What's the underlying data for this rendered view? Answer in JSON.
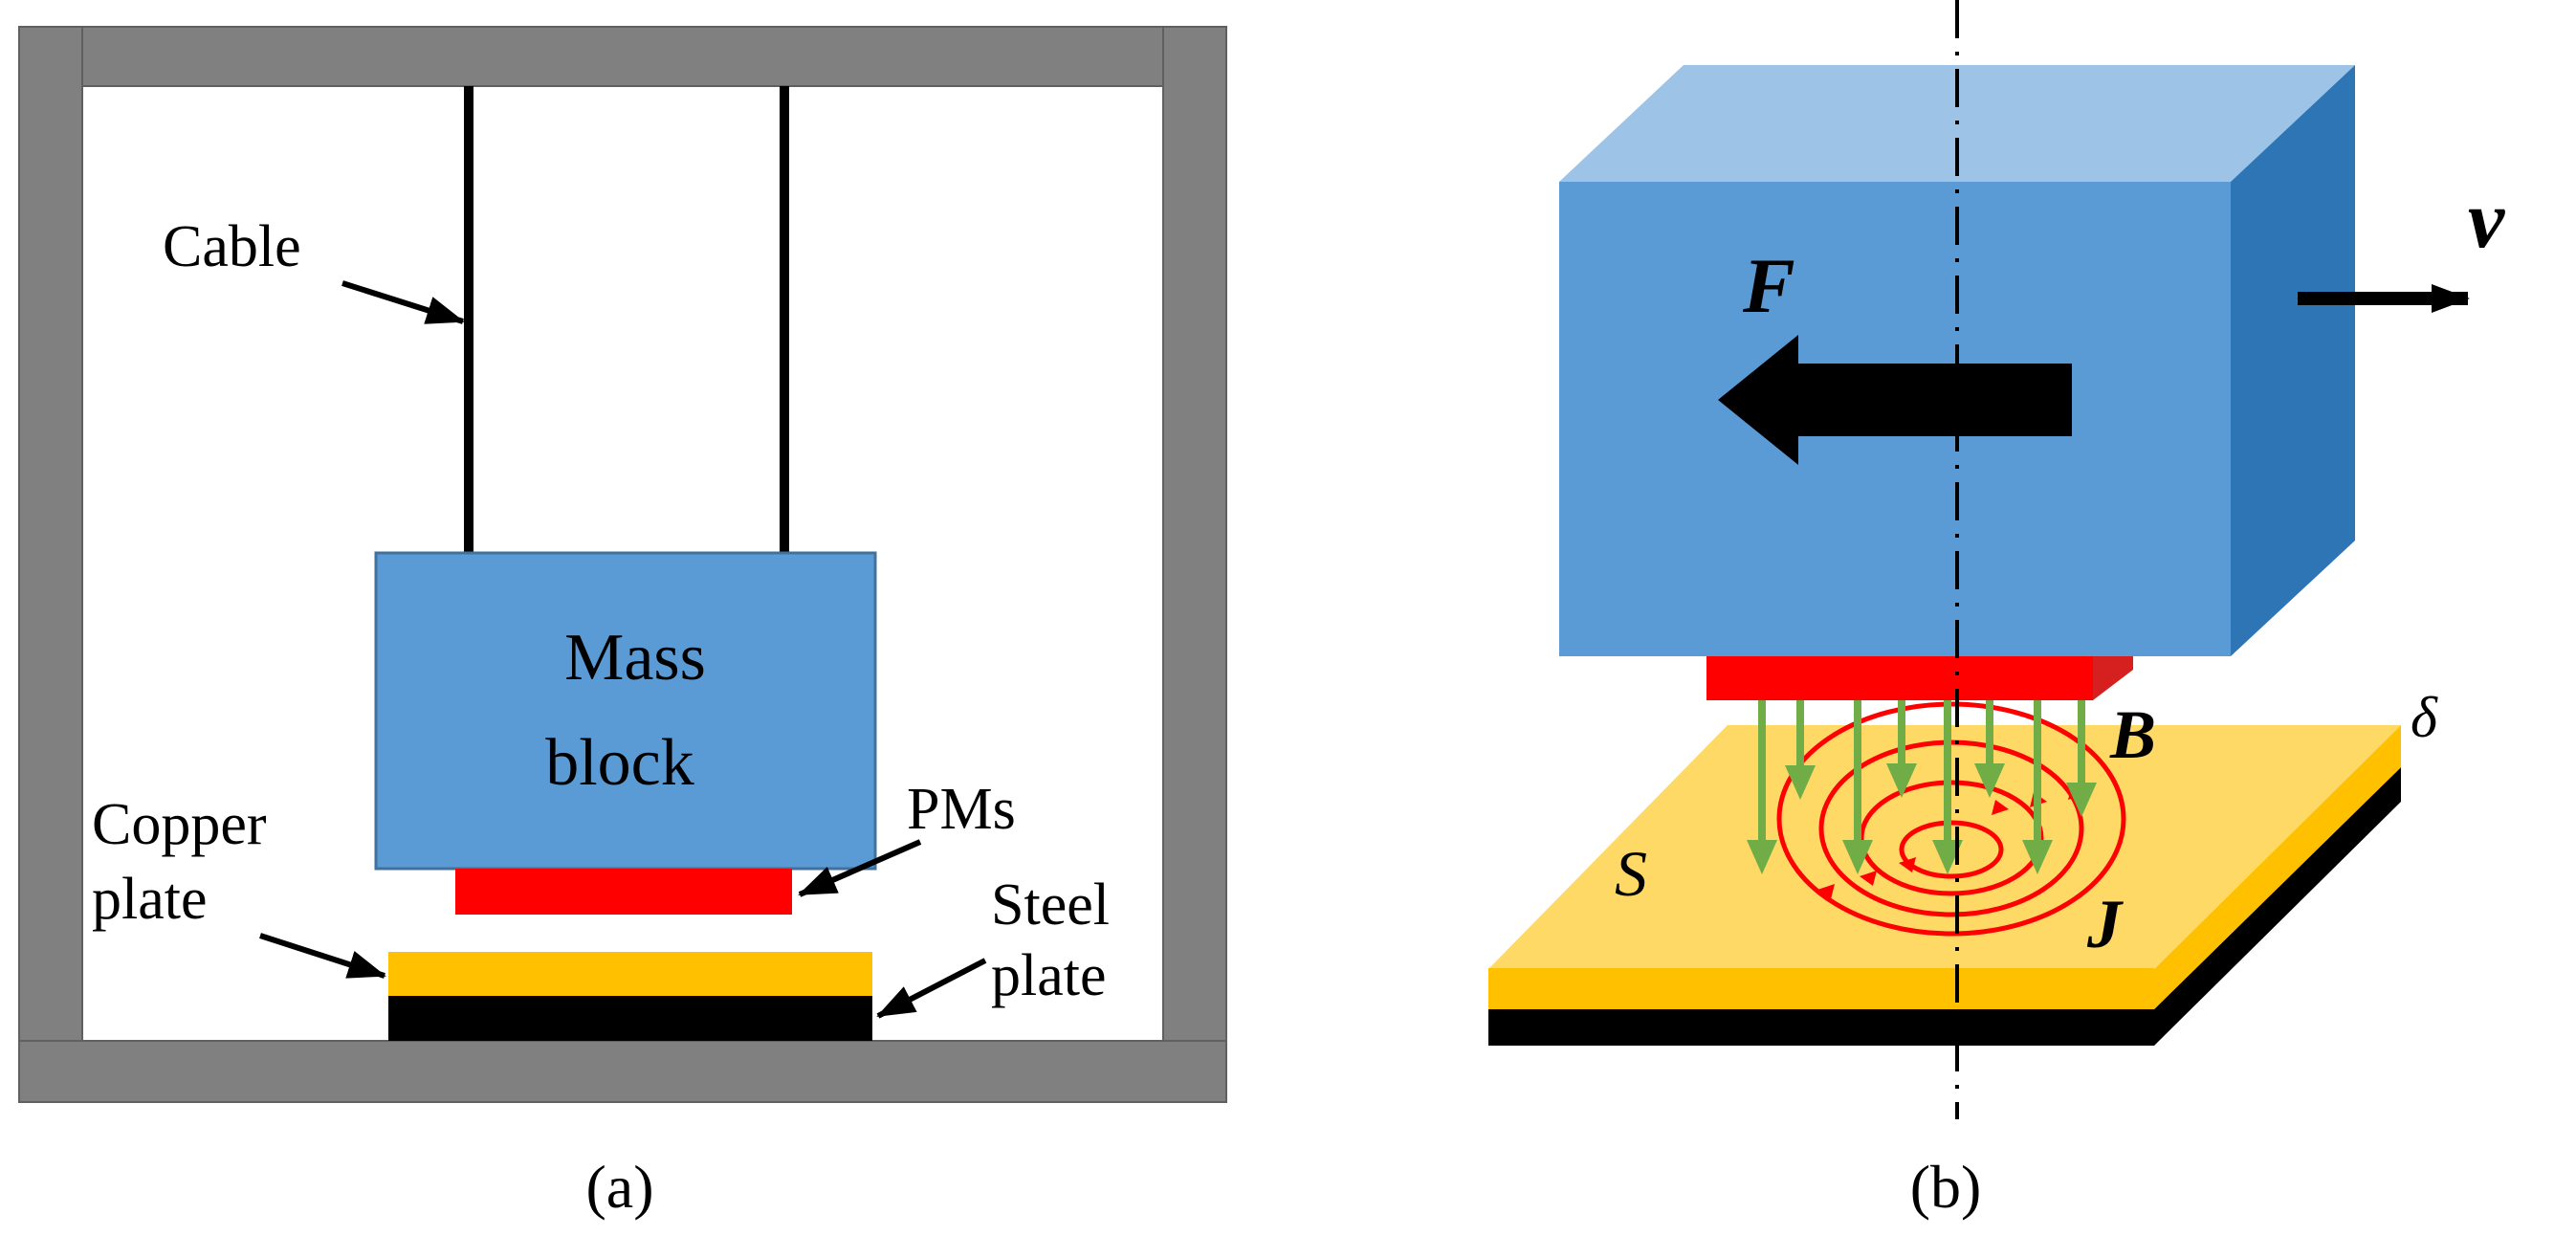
{
  "panel_a": {
    "caption": "(a)",
    "labels": {
      "cable": "Cable",
      "mass_line1": "Mass",
      "mass_line2": "block",
      "pms": "PMs",
      "copper_line1": "Copper",
      "copper_line2": "plate",
      "steel_line1": "Steel",
      "steel_line2": "plate"
    },
    "colors": {
      "frame": "#808080",
      "mass_block": "#5b9bd5",
      "pms": "#ff0000",
      "copper": "#ffc000",
      "steel": "#000000"
    }
  },
  "panel_b": {
    "caption": "(b)",
    "labels": {
      "force": "F",
      "velocity": "v",
      "field": "B",
      "current": "J",
      "area": "S",
      "thickness": "δ"
    },
    "colors": {
      "block_front": "#5b9bd5",
      "block_top": "#9dc3e6",
      "block_side": "#2e75b6",
      "magnet": "#ff0000",
      "plate": "#ffd966",
      "plate_edge": "#ffc000",
      "field_lines": "#70ad47",
      "eddy_currents": "#ff0000"
    }
  }
}
